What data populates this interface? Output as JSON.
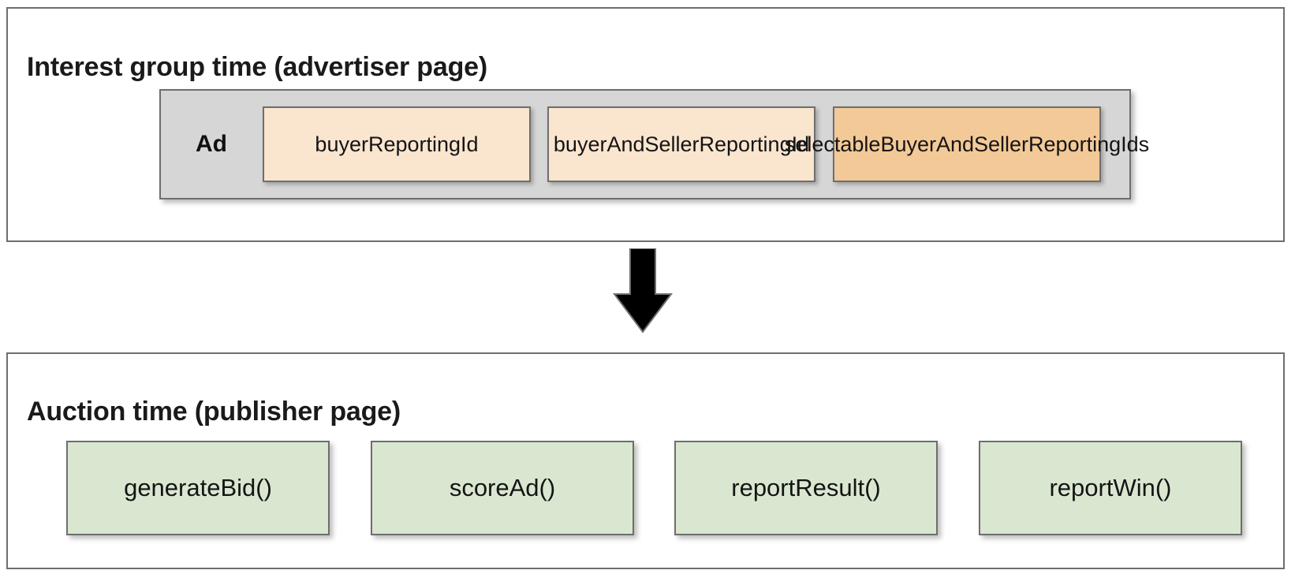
{
  "diagram": {
    "title_semantic": "protected-audience-reporting-ids-flow",
    "colors": {
      "panel_border": "#6e6e6e",
      "panel_background": "#ffffff",
      "ad_group_fill": "#d6d6d6",
      "reporting_id_light": "#fae5ce",
      "reporting_id_highlight": "#f3c997",
      "function_box_fill": "#d9e7d0",
      "arrow_fill": "#000000",
      "text": "#141414"
    }
  },
  "advertiser_panel": {
    "title": "Interest group time (advertiser page)",
    "ad_group": {
      "label": "Ad",
      "reporting_ids": [
        {
          "label": "buyerReportingId",
          "tone": "tone-light"
        },
        {
          "label": "buyerAndSellerReportingId",
          "tone": "tone-light"
        },
        {
          "label": "selectableBuyerAndSellerReportingIds",
          "tone": "tone-dark"
        }
      ]
    }
  },
  "flow": {
    "arrow_icon": "arrow-down-icon",
    "direction": "down"
  },
  "publisher_panel": {
    "title": "Auction time (publisher page)",
    "functions": [
      {
        "label": "generateBid()"
      },
      {
        "label": "scoreAd()"
      },
      {
        "label": "reportResult()"
      },
      {
        "label": "reportWin()"
      }
    ]
  }
}
